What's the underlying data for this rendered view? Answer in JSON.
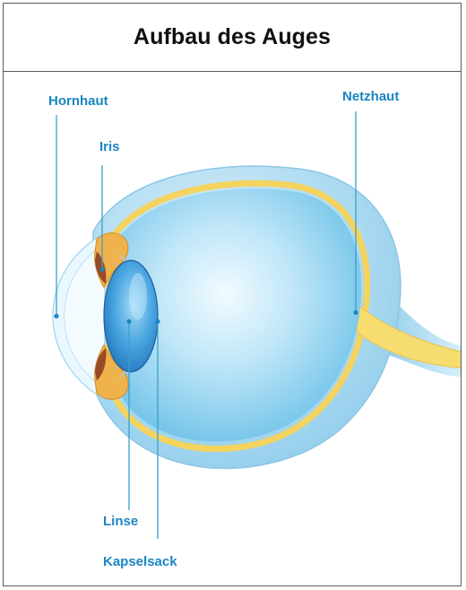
{
  "title": "Aufbau des Auges",
  "labels": {
    "cornea": "Hornhaut",
    "iris": "Iris",
    "retina": "Netzhaut",
    "lens": "Linse",
    "capsule": "Kapselsack"
  },
  "colors": {
    "label_text": "#1a86c0",
    "leader_line": "#3aa0cc",
    "eyeball_fill": "#8fd0ee",
    "eyeball_highlight": "#eef9ff",
    "sclera_outer": "#a6d8f0",
    "choroid_yellow": "#f8dc6a",
    "iris_brown": "#9c4e2a",
    "iris_orange": "#f0b040",
    "lens_blue": "#2d8ad0",
    "cornea_fill": "#e8f6fd"
  }
}
